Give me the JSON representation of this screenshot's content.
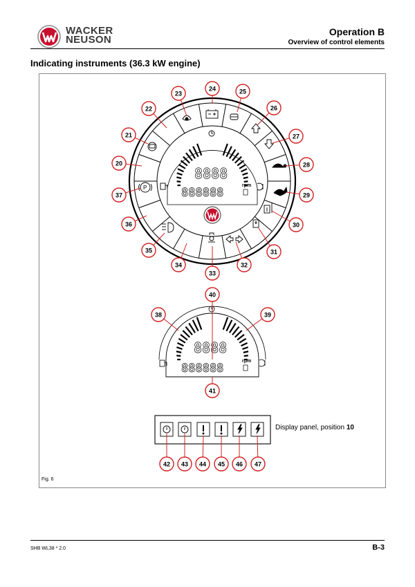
{
  "header": {
    "brand_line1": "WACKER",
    "brand_line2": "NEUSON",
    "title": "Operation B",
    "subtitle": "Overview of control elements"
  },
  "section_title": "Indicating instruments (36.3 kW engine)",
  "figure": {
    "label": "Fig. 6",
    "rpm_label": "rpm",
    "main_callouts": [
      "20",
      "21",
      "22",
      "23",
      "24",
      "25",
      "26",
      "27",
      "28",
      "29",
      "30",
      "31",
      "32",
      "33",
      "34",
      "35",
      "36",
      "37"
    ],
    "detail_callouts": [
      "38",
      "39",
      "40",
      "41"
    ],
    "panel_callouts": [
      "42",
      "43",
      "44",
      "45",
      "46",
      "47"
    ]
  },
  "panel_note": {
    "text": "Display panel, position",
    "position": "10"
  },
  "footer": {
    "left": "SHB WL38 *  2.0",
    "right": "B-3"
  }
}
